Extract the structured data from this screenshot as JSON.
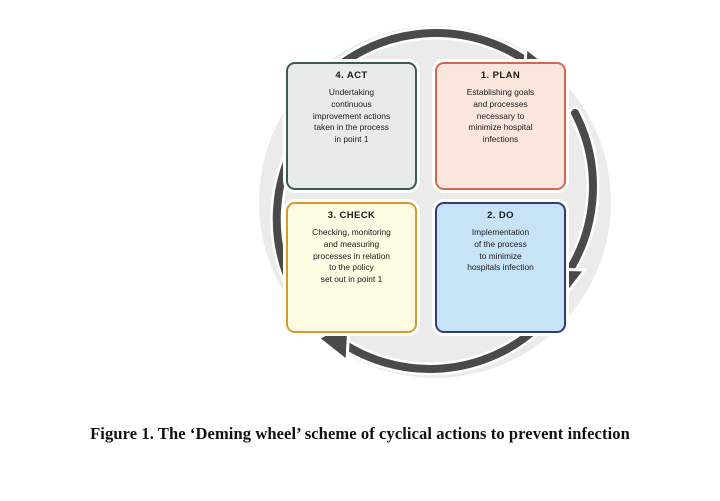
{
  "figure": {
    "caption": "Figure 1. The ‘Deming wheel’ scheme of cyclical actions to prevent infection",
    "colors": {
      "background": "#ffffff",
      "wheel_disc": "#ebebeb",
      "arrow": "#4a4a4a",
      "act_border": "#3e5a55",
      "act_fill": "#e7ece9",
      "plan_border": "#d3674f",
      "plan_fill": "#fae6dd",
      "check_border": "#d99a2c",
      "check_fill": "#fdfbe2",
      "do_border": "#353a78",
      "do_fill": "#c7e3f7"
    },
    "quadrants": [
      {
        "id": "act",
        "title": "4. ACT",
        "body": "Undertaking\ncontinuous\nimprovement actions\ntaken in the process\nin point 1"
      },
      {
        "id": "plan",
        "title": "1. PLAN",
        "body": "Establishing goals\nand processes\nnecessary to\nminimize hospital\ninfections"
      },
      {
        "id": "check",
        "title": "3. CHECK",
        "body": "Checking, monitoring\nand measuring\nprocesses in relation\nto the policy\nset out in point 1"
      },
      {
        "id": "do",
        "title": "2. DO",
        "body": "Implementation\nof the process\nto minimize\nhospitals infection"
      }
    ],
    "arrows": [
      {
        "id": "top",
        "from": "act",
        "to": "plan",
        "direction": "clockwise-right"
      },
      {
        "id": "right",
        "from": "plan",
        "to": "do",
        "direction": "clockwise-down"
      },
      {
        "id": "bottom",
        "from": "do",
        "to": "check",
        "direction": "clockwise-left"
      },
      {
        "id": "left",
        "from": "check",
        "to": "act",
        "direction": "clockwise-up"
      }
    ]
  }
}
